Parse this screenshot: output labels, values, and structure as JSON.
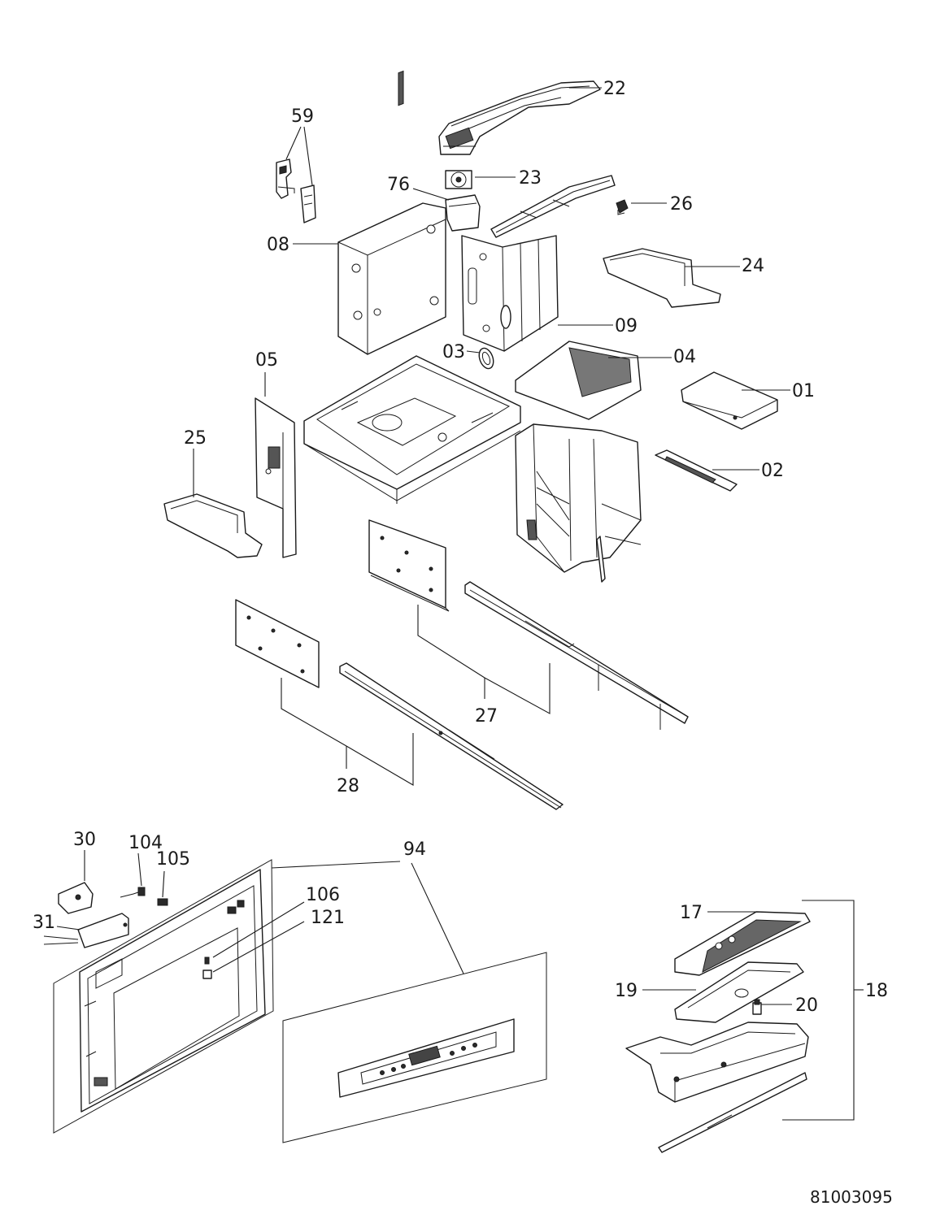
{
  "document": {
    "code": "81003095"
  },
  "labels": {
    "p01": "01",
    "p02": "02",
    "p03": "03",
    "p04": "04",
    "p05": "05",
    "p08": "08",
    "p09": "09",
    "p17": "17",
    "p18": "18",
    "p19": "19",
    "p20": "20",
    "p22": "22",
    "p23": "23",
    "p24": "24",
    "p25": "25",
    "p26": "26",
    "p27": "27",
    "p28": "28",
    "p30": "30",
    "p31": "31",
    "p59": "59",
    "p76": "76",
    "p94": "94",
    "p104": "104",
    "p105": "105",
    "p106": "106",
    "p121": "121"
  }
}
